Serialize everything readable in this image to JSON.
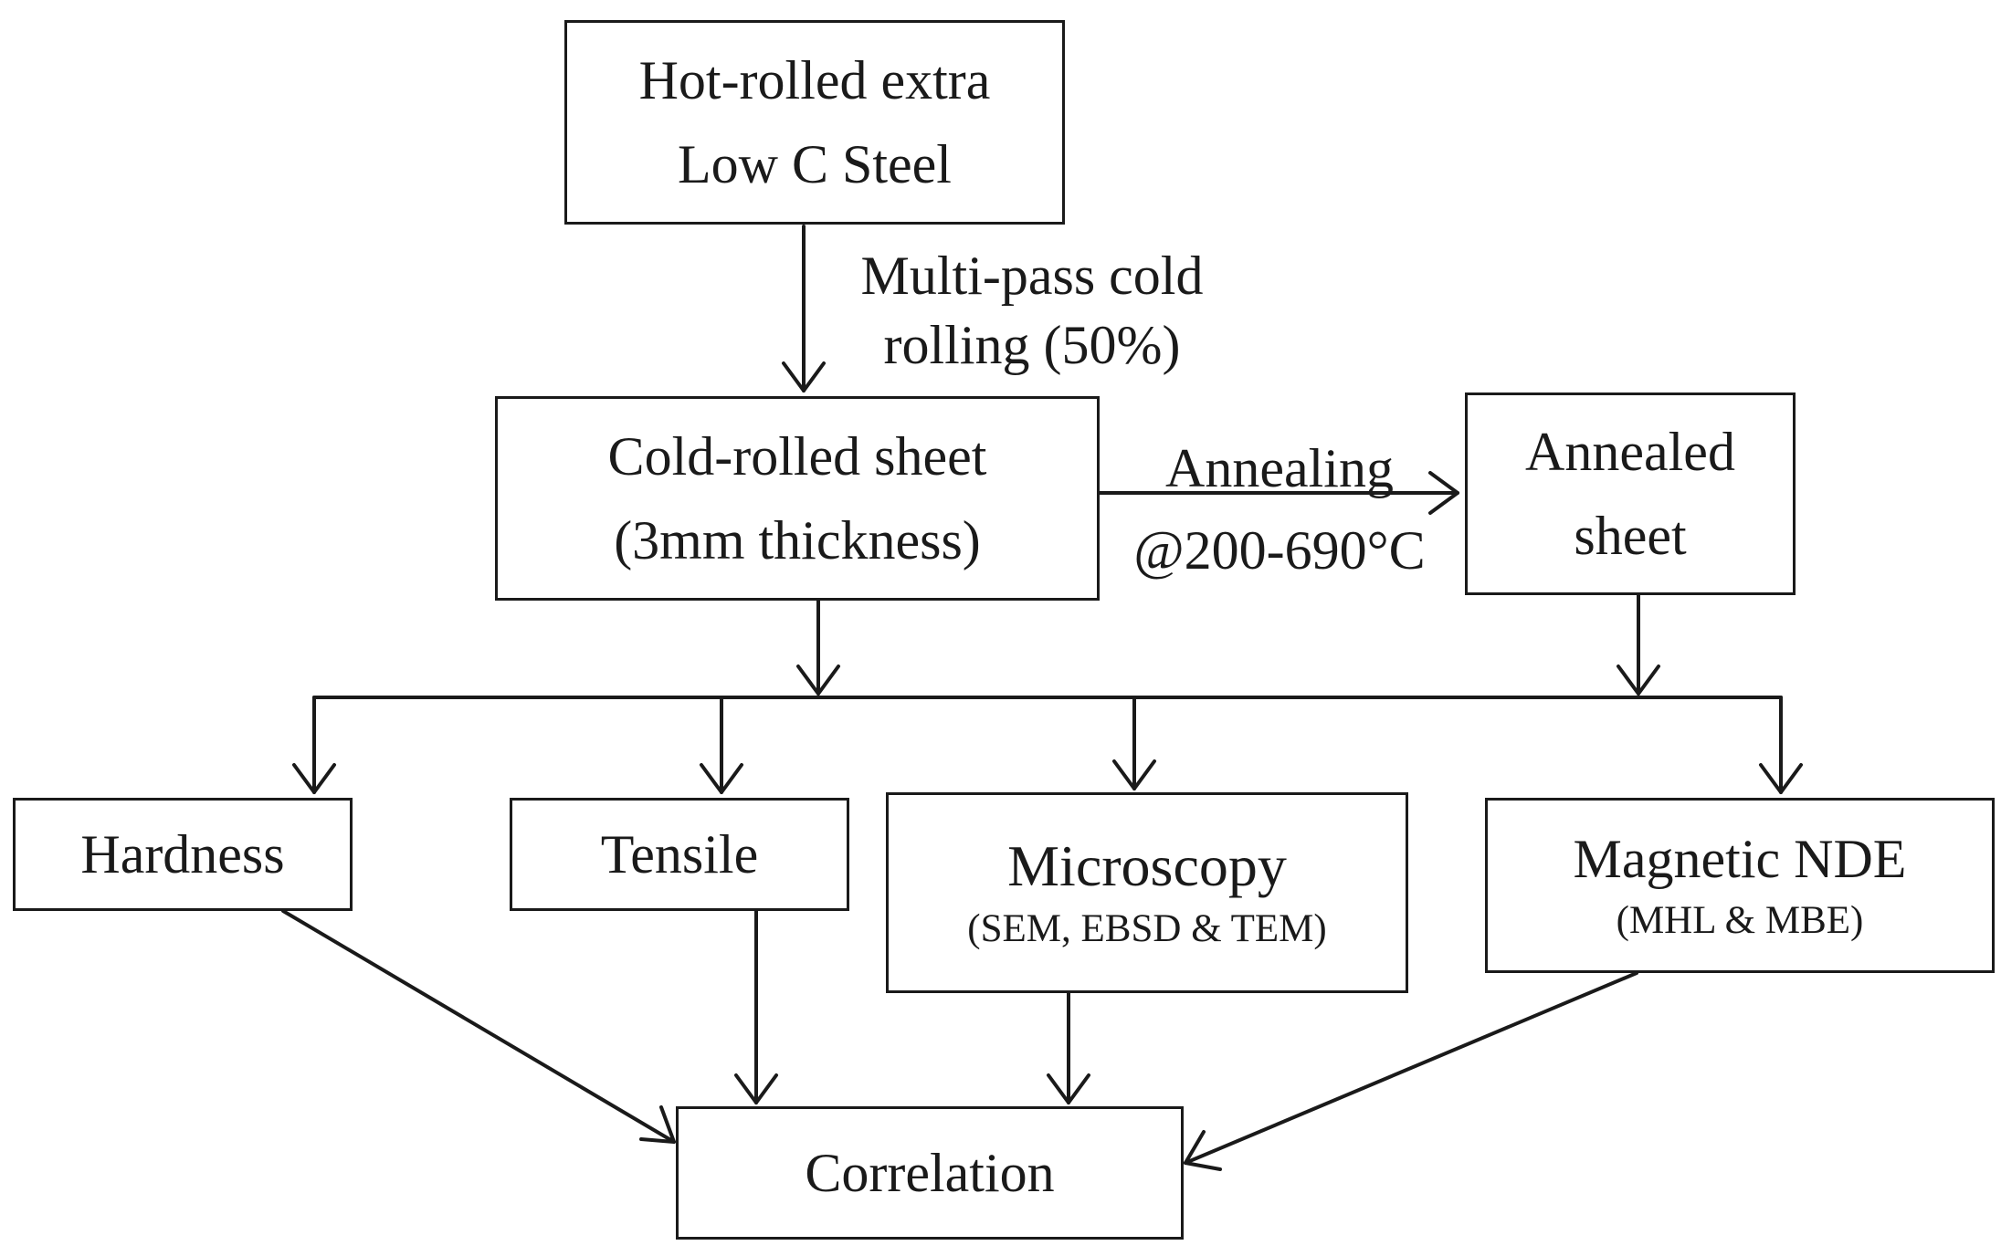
{
  "nodes": {
    "hot_rolled": [
      "Hot-rolled extra",
      "Low C Steel"
    ],
    "cold_rolled": [
      "Cold-rolled sheet",
      "(3mm thickness)"
    ],
    "annealed": [
      "Annealed",
      "sheet"
    ],
    "hardness": "Hardness",
    "tensile": "Tensile",
    "microscopy": {
      "title": "Microscopy",
      "detail": "(SEM, EBSD & TEM)"
    },
    "magnetic": {
      "title": "Magnetic NDE",
      "detail": "(MHL & MBE)"
    },
    "correlation": "Correlation"
  },
  "edges": {
    "cold_rolling": [
      "Multi-pass cold",
      "rolling (50%)"
    ],
    "annealing": [
      "Annealing",
      "@200-690°C"
    ]
  }
}
